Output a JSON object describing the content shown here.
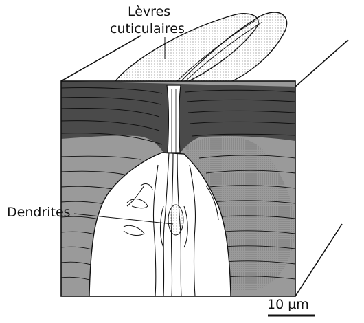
{
  "labels": {
    "levres_line1": "Lèvres",
    "levres_line2": "cuticulaires",
    "dendrites": "Dendrites",
    "scale_bar": "10 µm"
  },
  "colors": {
    "outer_cuticle": "#4a4a4a",
    "inner_layer": "#9a9a9a",
    "stipple": "#8a8a8a",
    "outline": "#111111",
    "background": "#ffffff"
  }
}
